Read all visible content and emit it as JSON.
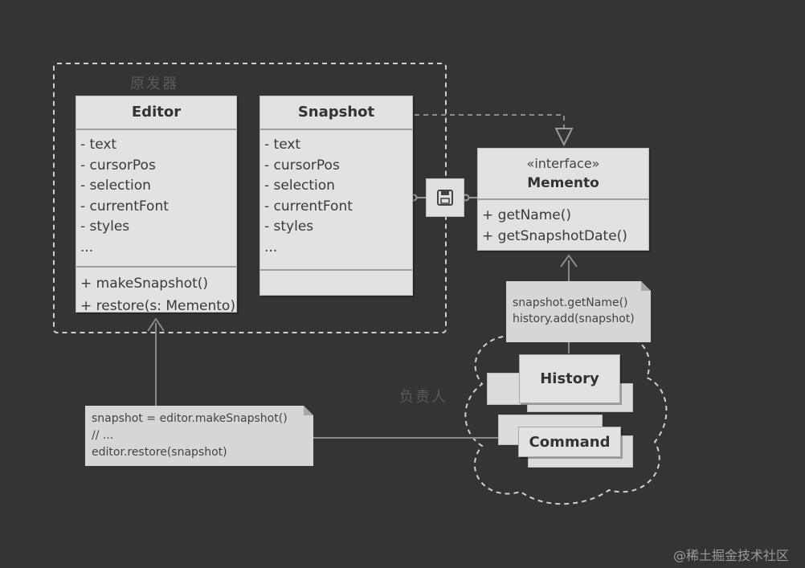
{
  "group_label": "原发器",
  "caretaker_label": "负责人",
  "editor": {
    "name": "Editor",
    "fields": [
      "- text",
      "- cursorPos",
      "- selection",
      "- currentFont",
      "- styles",
      "..."
    ],
    "methods": [
      "+ makeSnapshot()",
      "+ restore(s: Memento)"
    ]
  },
  "snapshot": {
    "name": "Snapshot",
    "fields": [
      "- text",
      "- cursorPos",
      "- selection",
      "- currentFont",
      "- styles",
      "..."
    ]
  },
  "memento": {
    "stereotype": "«interface»",
    "name": "Memento",
    "methods": [
      "+ getName()",
      "+ getSnapshotDate()"
    ]
  },
  "history_note": [
    "snapshot.getName()",
    "history.add(snapshot)"
  ],
  "command_note": [
    "snapshot = editor.makeSnapshot()",
    "// ...",
    "editor.restore(snapshot)"
  ],
  "history": {
    "name": "History"
  },
  "command": {
    "name": "Command"
  },
  "save_icon": "floppy-disk-icon",
  "watermark": "@稀土掘金技术社区"
}
